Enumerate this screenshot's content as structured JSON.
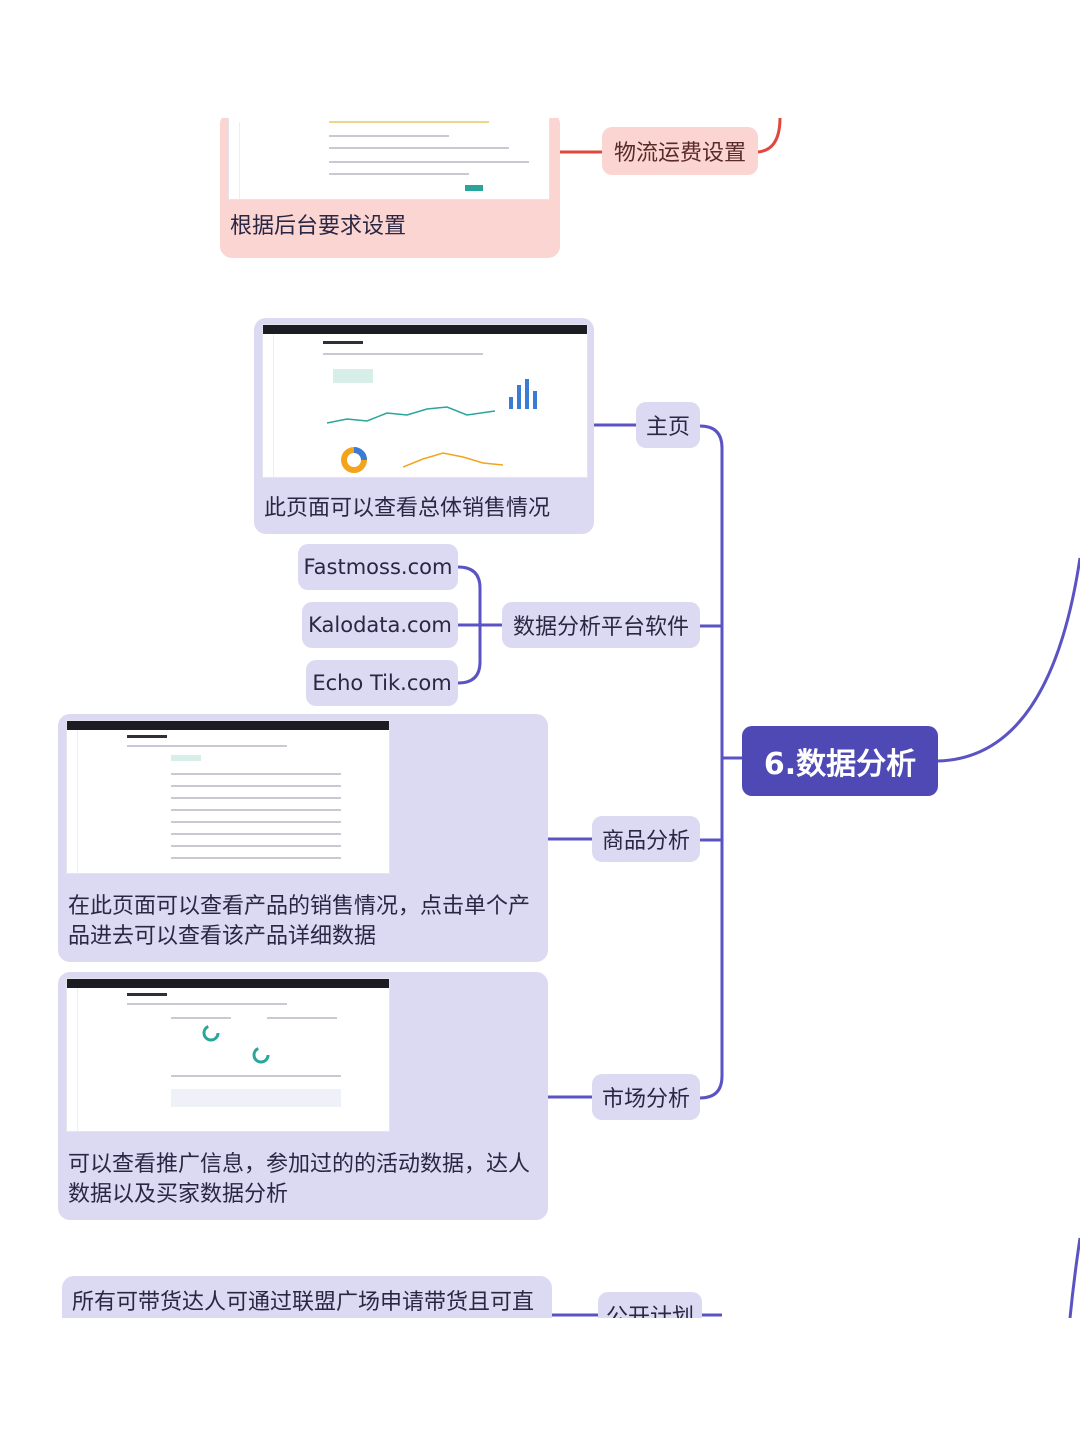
{
  "center": {
    "label": "6.数据分析"
  },
  "top_branch": {
    "label": "物流运费设置",
    "note": "根据后台要求设置"
  },
  "branches": [
    {
      "label": "主页",
      "note": "此页面可以查看总体销售情况"
    },
    {
      "label": "数据分析平台软件",
      "children": [
        "Fastmoss.com",
        "Kalodata.com",
        "Echo Tik.com"
      ]
    },
    {
      "label": "商品分析",
      "note": "在此页面可以查看产品的销售情况，点击单个产品进去可以查看该产品详细数据"
    },
    {
      "label": "市场分析",
      "note": "可以查看推广信息，参加过的的活动数据，达人数据以及买家数据分析"
    }
  ],
  "bottom_branch": {
    "label": "公开计划",
    "note": "所有可带货达人可通过联盟广场申请带货且可直"
  },
  "colors": {
    "accent": "#4e49b4",
    "node_bg": "#dcdaf2",
    "pink_bg": "#fbd5d2",
    "pink_line": "#e0483d",
    "line": "#5a53c4"
  }
}
